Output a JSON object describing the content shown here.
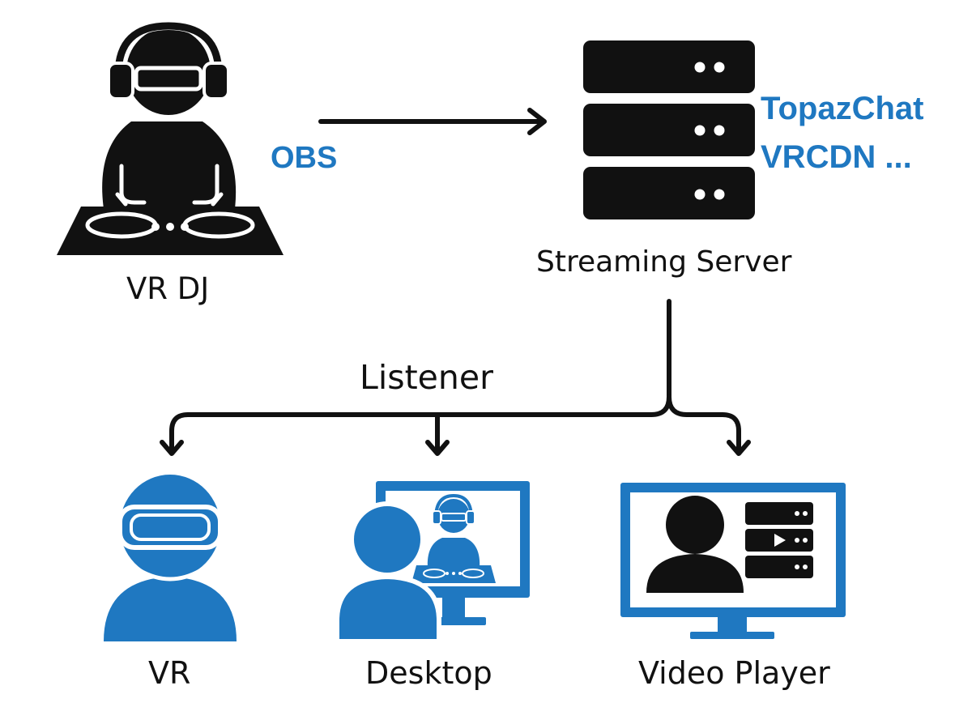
{
  "colors": {
    "ink": "#111111",
    "accent_blue": "#1f78c1",
    "background": "#ffffff"
  },
  "nodes": {
    "dj": {
      "label": "VR DJ",
      "icon": "dj-headphones-turntable-icon"
    },
    "server": {
      "label": "Streaming Server",
      "icon": "server-stack-icon"
    },
    "vr": {
      "label": "VR",
      "icon": "vr-headset-user-icon"
    },
    "desktop": {
      "label": "Desktop",
      "icon": "desktop-viewer-icon"
    },
    "video_player": {
      "label": "Video Player",
      "icon": "video-player-monitor-icon"
    }
  },
  "edges": {
    "dj_to_server": {
      "label": "OBS"
    },
    "server_services": [
      "TopazChat",
      "VRCDN ..."
    ],
    "server_to_listeners": {
      "label": "Listener"
    }
  }
}
